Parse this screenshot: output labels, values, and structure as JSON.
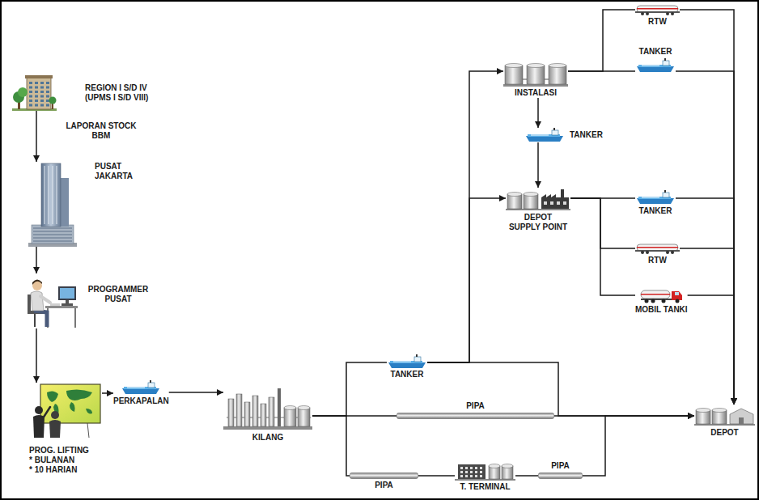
{
  "diagram": {
    "nodes": [
      {
        "text": [
          "REGION I S/D IV (UPMS I S/D VIII)"
        ]
      },
      {
        "text": [
          "PUSAT JAKARTA"
        ]
      },
      {
        "text": [
          "PROGRAMMER PUSAT"
        ]
      },
      {
        "text": [
          "PROG. LIFTING",
          "* BULANAN",
          "* 10 HARIAN"
        ]
      },
      {
        "text": [
          "PERKAPALAN"
        ]
      },
      {
        "text": [
          "KILANG"
        ]
      },
      {
        "text": [
          "TANKER"
        ]
      },
      {
        "text": [
          "PIPA"
        ]
      },
      {
        "text": [
          "PIPA"
        ]
      },
      {
        "text": [
          "T. TERMINAL"
        ]
      },
      {
        "text": [
          "PIPA"
        ]
      },
      {
        "text": [
          "INSTALASI"
        ]
      },
      {
        "text": [
          "RTW"
        ]
      },
      {
        "text": [
          "TANKER"
        ]
      },
      {
        "text": [
          "TANKER"
        ]
      },
      {
        "text": [
          "DEPOT SUPPLY POINT"
        ]
      },
      {
        "text": [
          "TANKER"
        ]
      },
      {
        "text": [
          "RTW"
        ]
      },
      {
        "text": [
          "MOBIL TANKI"
        ]
      },
      {
        "text": [
          "DEPOT"
        ]
      }
    ],
    "edges": [
      {
        "from": 0,
        "to": 1,
        "arrow": "to",
        "label": "LAPORAN STOCK BBM"
      },
      {
        "from": 1,
        "to": 2,
        "arrow": "to"
      },
      {
        "from": 2,
        "to": 3,
        "arrow": "to"
      },
      {
        "from": 3,
        "to": 4,
        "arrow": "to"
      },
      {
        "from": 4,
        "to": 5,
        "arrow": "to"
      },
      {
        "from": 5,
        "to": 6,
        "arrow": "none"
      },
      {
        "from": 5,
        "to": 7,
        "arrow": "none"
      },
      {
        "from": 5,
        "to": 8,
        "arrow": "none"
      },
      {
        "from": 7,
        "to": 19,
        "arrow": "to"
      },
      {
        "from": 8,
        "to": 9,
        "arrow": "none"
      },
      {
        "from": 9,
        "to": 10,
        "arrow": "none"
      },
      {
        "from": 10,
        "to": 19,
        "arrow": "to"
      },
      {
        "from": 6,
        "to": 11,
        "arrow": "to"
      },
      {
        "from": 6,
        "to": 15,
        "arrow": "to"
      },
      {
        "from": 6,
        "to": 19,
        "arrow": "to"
      },
      {
        "from": 11,
        "to": 12,
        "arrow": "none"
      },
      {
        "from": 11,
        "to": 13,
        "arrow": "none"
      },
      {
        "from": 11,
        "to": 14,
        "arrow": "to"
      },
      {
        "from": 14,
        "to": 15,
        "arrow": "to"
      },
      {
        "from": 12,
        "to": 19,
        "arrow": "to"
      },
      {
        "from": 13,
        "to": 19,
        "arrow": "to"
      },
      {
        "from": 15,
        "to": 16,
        "arrow": "none"
      },
      {
        "from": 15,
        "to": 17,
        "arrow": "none"
      },
      {
        "from": 15,
        "to": 18,
        "arrow": "none"
      },
      {
        "from": 16,
        "to": 19,
        "arrow": "to"
      },
      {
        "from": 17,
        "to": 19,
        "arrow": "to"
      },
      {
        "from": 18,
        "to": 19,
        "arrow": "to"
      }
    ]
  }
}
